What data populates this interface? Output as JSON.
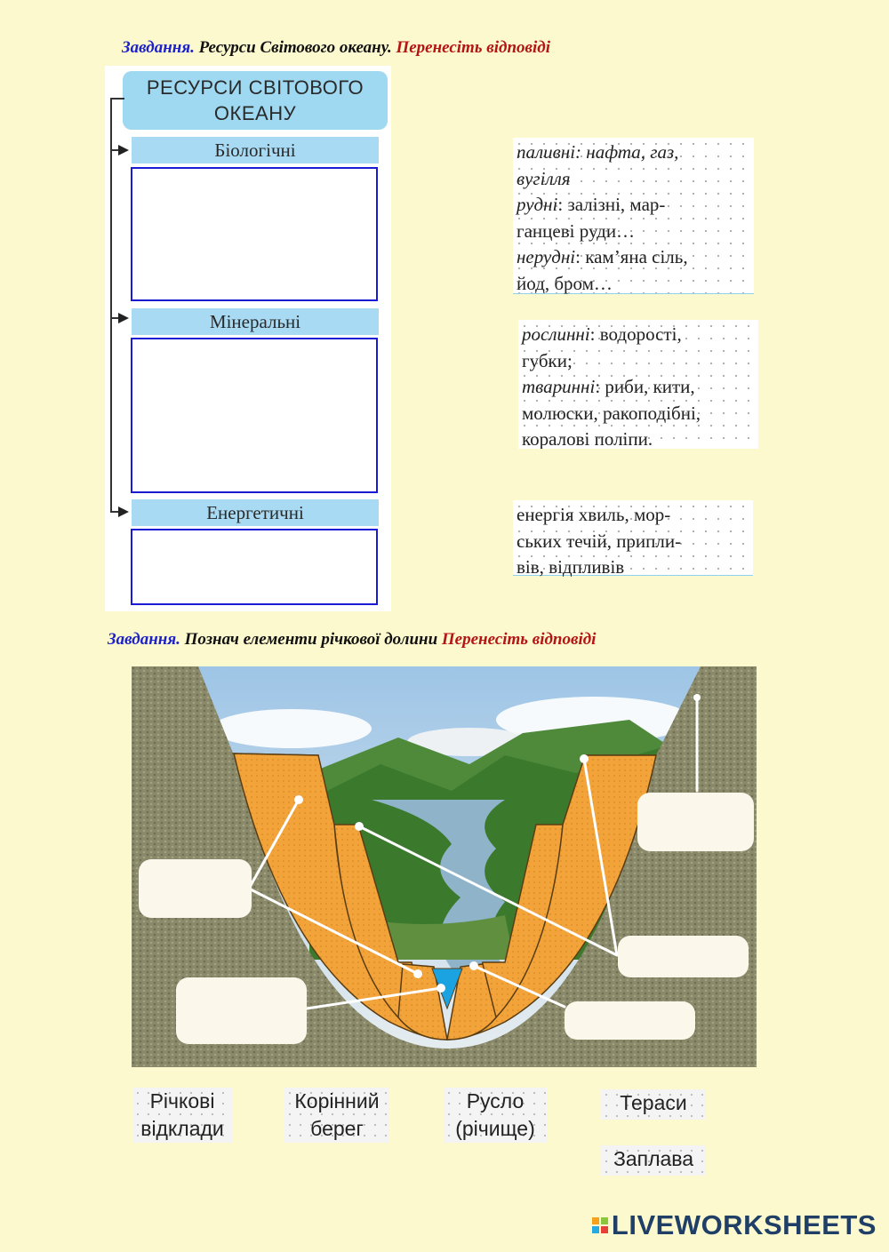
{
  "task1": {
    "label": "Завдання.",
    "text": "Ресурси Світового океану.",
    "instruction": "Перенесіть відповіді"
  },
  "scheme": {
    "title_line1": "РЕСУРСИ СВІТОВОГО",
    "title_line2": "ОКЕАНУ",
    "categories": [
      "Біологічні",
      "Мінеральні",
      "Енергетичні"
    ]
  },
  "cards": {
    "mineral": {
      "l1_it": "паливні:",
      "l1": " нафта, газ,",
      "l2_it": "вугілля",
      "l3_it": "рудні",
      "l3": ": залізні, мар-",
      "l4": "ганцеві руди…",
      "l5_it": "нерудні",
      "l5": ": кам’яна сіль,",
      "l6": "йод, бром…"
    },
    "bio": {
      "l1_it": "рослинні",
      "l1": ": водорості,",
      "l2": "губки;",
      "l3_it": "тваринні",
      "l3": ": риби, кити,",
      "l4": "молюски, ракоподібні,",
      "l5": "коралові поліпи."
    },
    "energy": {
      "l1": "енергія хвиль, мор-",
      "l2": "ських течій, припли-",
      "l3": "вів, відпливів"
    }
  },
  "task2": {
    "label": "Завдання.",
    "text": "Познач елементи річкової долини",
    "instruction": "Перенесіть відповіді"
  },
  "terms": {
    "river_deposits_1": "Річкові",
    "river_deposits_2": "відклади",
    "bedrock_bank_1": "Корінний",
    "bedrock_bank_2": "берег",
    "channel_1": "Русло",
    "channel_2": "(річище)",
    "terraces": "Тераси",
    "floodplain": "Заплава"
  },
  "brand": "LIVEWORKSHEETS",
  "colors": {
    "ground": "#8b8a6c",
    "layer": "#f2a33a",
    "water": "#1aa3e0",
    "box_border": "#1b1bd6"
  }
}
